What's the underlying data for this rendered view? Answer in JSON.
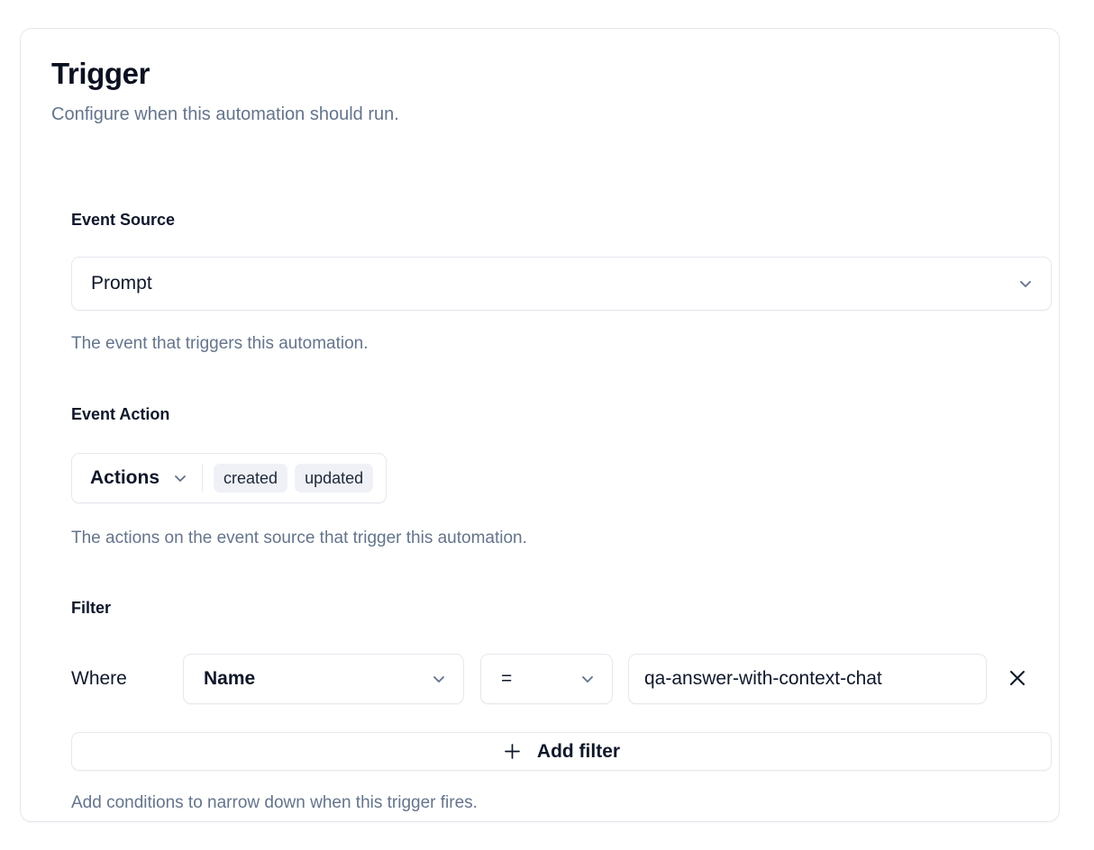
{
  "card": {
    "title": "Trigger",
    "subtitle": "Configure when this automation should run."
  },
  "event_source": {
    "label": "Event Source",
    "value": "Prompt",
    "help": "The event that triggers this automation.",
    "chevron_icon": "chevron-down-icon"
  },
  "event_action": {
    "label": "Event Action",
    "trigger_label": "Actions",
    "chevron_icon": "chevron-down-icon",
    "badges": [
      "created",
      "updated"
    ],
    "help": "The actions on the event source that trigger this automation."
  },
  "filter": {
    "label": "Filter",
    "where_label": "Where",
    "field_value": "Name",
    "operator_value": "=",
    "value_text": "qa-answer-with-context-chat",
    "remove_icon": "close-icon",
    "add_filter_label": "Add filter",
    "add_filter_icon": "plus-icon",
    "help": "Add conditions to narrow down when this trigger fires."
  },
  "colors": {
    "text_primary": "#0f172a",
    "text_muted": "#64748b",
    "border": "#e6e8ee",
    "badge_bg": "#eff1f7",
    "surface": "#ffffff"
  }
}
